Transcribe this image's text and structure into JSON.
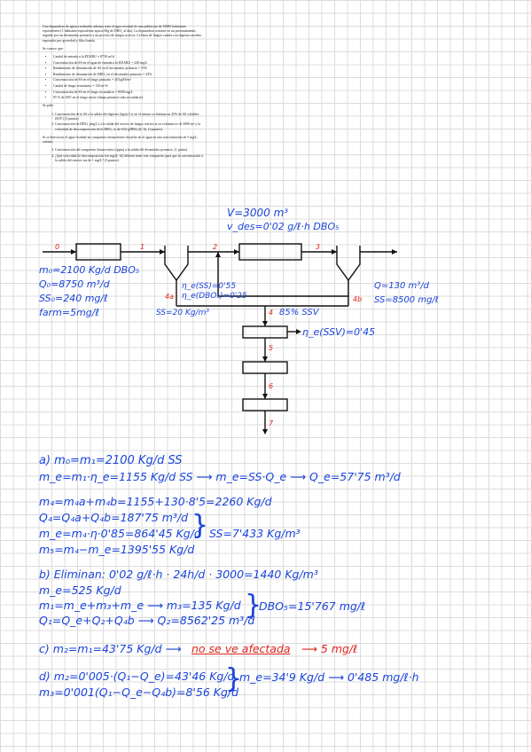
{
  "statement": {
    "intro": "Una depuradora de aguas residuales urbanas trata el agua residual de una población de 35000 habitantes equivalentes (1 habitante equivalente aporta 60g de DBO₅ al día). La depuradora consiste en un pretratamiento, seguido por un decantador primario y un proceso de fangos activos. La línea de fangos cuenta con digestor aerobio, espesador por gravedad y filtro banda.",
    "known_title": "Se conoce que:",
    "known": [
      "Caudal de entrada a la EDARU = 8750 m³/d",
      "Concentración de SS en el agua de entrada a la EDARU = 240 mg/L",
      "Rendimiento de eliminación de SS en el decantador primario = 55%",
      "Rendimiento de eliminación de DBO₅ en el decantador primario = 25%",
      "Concentración de SS en el fango primario = 20 kgSS/m³",
      "Caudal de fango secundario = 130 m³/d",
      "Concentración de SS en el fango secundario = 8500 mg/L",
      "85 % de SSV en el fango mixto (fango primario más secundario)"
    ],
    "asked_title": "Se pide:",
    "asked": [
      "Concentración de la SS a la salida del digestor (kg/m³) si en el mismo se elimina un 45% de SS volátiles (SSV) (3 puntos)",
      "Concentración de DBO₅ (mg/L) a la salida del reactor de fangos activos si su volumen es de 3000 m³ y la velocidad de descomposición de la DBO₅ es de 0,02 gDBO₅/(L·h). (3 puntos)"
    ],
    "middle": "Si se detecta en el agua residual un compuesto farmacéutico disuelto en el agua en una concentración de 5 mg/L, calcula:",
    "asked2": [
      "Concentración del compuesto farmacéutico (ppm) a la salida del decantador primario. (1 punto)",
      "¿Qué velocidad de descomposición (en mg/(L·h)) debería tener este compuesto para que la concentración a la salida del reactor sea de 1 mg/L? (3 puntos)"
    ]
  },
  "diagram": {
    "v_reactor": "V=3000 m³",
    "v_dec": "v_des=0'02 g/ℓ·h DBO₅",
    "stream_labels": [
      "0",
      "1",
      "2",
      "3",
      "4a",
      "4b",
      "4",
      "5",
      "6",
      "7"
    ],
    "stream_4_note": "85% SSV",
    "m0": "m₀=2100 Kg/d DBO₅",
    "q0": "Q₀=8750 m³/d",
    "ss0": "SS₀=240 mg/ℓ",
    "farm": "farm=5mg/ℓ",
    "eta_ss": "η_e(SS)=0'55",
    "eta_dbo": "η_e(DBO₅)=0'25",
    "ss_4a": "SS=20 Kg/m³",
    "q_4b": "Q=130 m³/d",
    "ss_4b": "SS=8500 mg/ℓ",
    "eta_ssv": "η_e(SSV)=0'45"
  },
  "solution": {
    "a1": "a) m₀=m₁=2100 Kg/d SS",
    "a2": "m_e=m₁·η_e=1155 Kg/d SS ⟶ m_e=SS·Q_e ⟶ Q_e=57'75 m³/d",
    "a3": "m₄=m₄a+m₄b=1155+130·8'5=2260 Kg/d",
    "a4": "Q₄=Q₄a+Q₄b=187'75 m³/d",
    "a5": "m_e=m₄·η·0'85=864'45 Kg/d",
    "a_result": "SS=7'433 Kg/m³",
    "a6": "m₅=m₄−m_e=1395'55 Kg/d",
    "b1": "b) Eliminan: 0'02 g/ℓ·h · 24h/d · 3000=1440 Kg/m³",
    "b2": "m_e=525 Kg/d",
    "b3": "m₁=m_e+m₃+m_e ⟶ m₃=135 Kg/d",
    "b4": "Q₁=Q_e+Q₂+Q₄b ⟶ Q₂=8562'25 m³/d",
    "b_result": "DBO₅=15'767 mg/ℓ",
    "c1": "c) m₂=m₁=43'75 Kg/d ⟶",
    "c_red": "no se ve afectada",
    "c2": "⟶ 5 mg/ℓ",
    "d1": "d) m₂=0'005·(Q₁−Q_e)=43'46 Kg/d",
    "d2": "m₃=0'001(Q₁−Q_e−Q₄b)=8'56 Kg/d",
    "d_result": "m_e=34'9 Kg/d ⟶ 0'485 mg/ℓ·h"
  }
}
